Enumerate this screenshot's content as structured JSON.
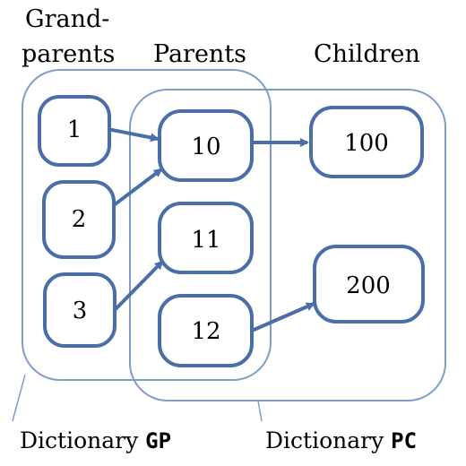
{
  "headers": {
    "grandparents_line1": "Grand-",
    "grandparents_line2": "parents",
    "parents": "Parents",
    "children": "Children"
  },
  "nodes": {
    "g1": "1",
    "g2": "2",
    "g3": "3",
    "p10": "10",
    "p11": "11",
    "p12": "12",
    "c100": "100",
    "c200": "200"
  },
  "dictionaries": {
    "gp_prefix": "Dictionary ",
    "gp_name": "GP",
    "pc_prefix": "Dictionary ",
    "pc_name": "PC"
  },
  "colors": {
    "node_stroke": "#4a6fa8",
    "region_stroke": "#7f9dc6",
    "arrow": "#4a6fa8"
  }
}
